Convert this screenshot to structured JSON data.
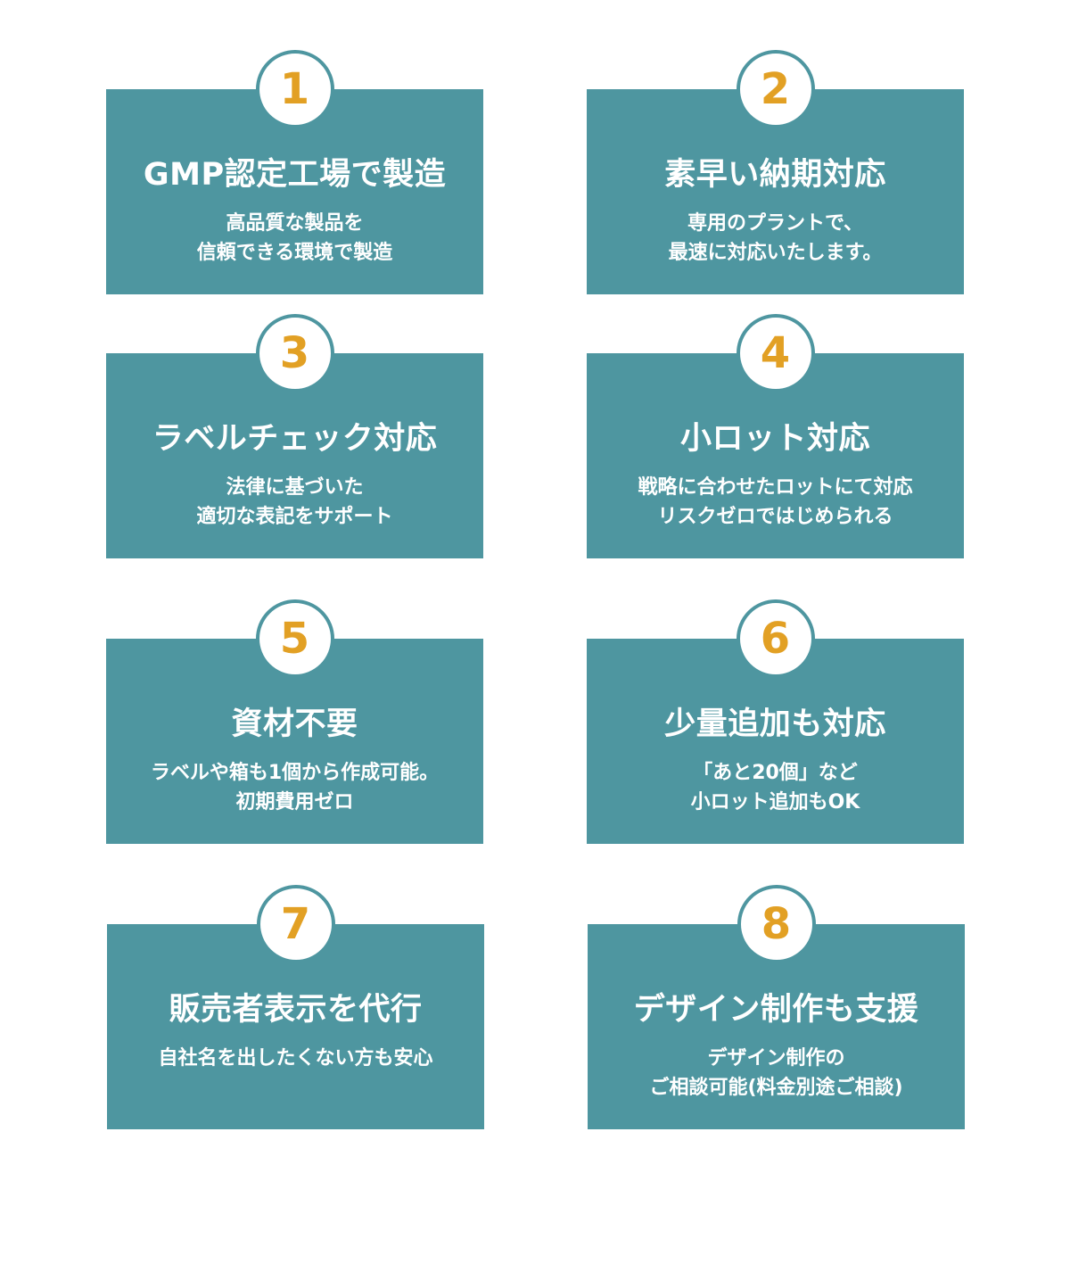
{
  "accent_color": "#e2a024",
  "card_color": "#4e96a0",
  "features": [
    {
      "number": "1",
      "title": "GMP認定工場で製造",
      "lines": [
        "高品質な製品を",
        "信頼できる環境で製造"
      ]
    },
    {
      "number": "2",
      "title": "素早い納期対応",
      "lines": [
        "専用のプラントで、",
        "最速に対応いたします。"
      ]
    },
    {
      "number": "3",
      "title": "ラベルチェック対応",
      "lines": [
        "法律に基づいた",
        "適切な表記をサポート"
      ]
    },
    {
      "number": "4",
      "title": "小ロット対応",
      "lines": [
        "戦略に合わせたロットにて対応",
        "リスクゼロではじめられる"
      ]
    },
    {
      "number": "5",
      "title": "資材不要",
      "lines": [
        "ラベルや箱も1個から作成可能。",
        "初期費用ゼロ"
      ]
    },
    {
      "number": "6",
      "title": "少量追加も対応",
      "lines": [
        "「あと20個」など",
        "小ロット追加もOK"
      ]
    },
    {
      "number": "7",
      "title": "販売者表示を代行",
      "lines": [
        "自社名を出したくない方も安心"
      ]
    },
    {
      "number": "8",
      "title": "デザイン制作も支援",
      "lines": [
        "デザイン制作の",
        "ご相談可能(料金別途ご相談)"
      ]
    }
  ]
}
